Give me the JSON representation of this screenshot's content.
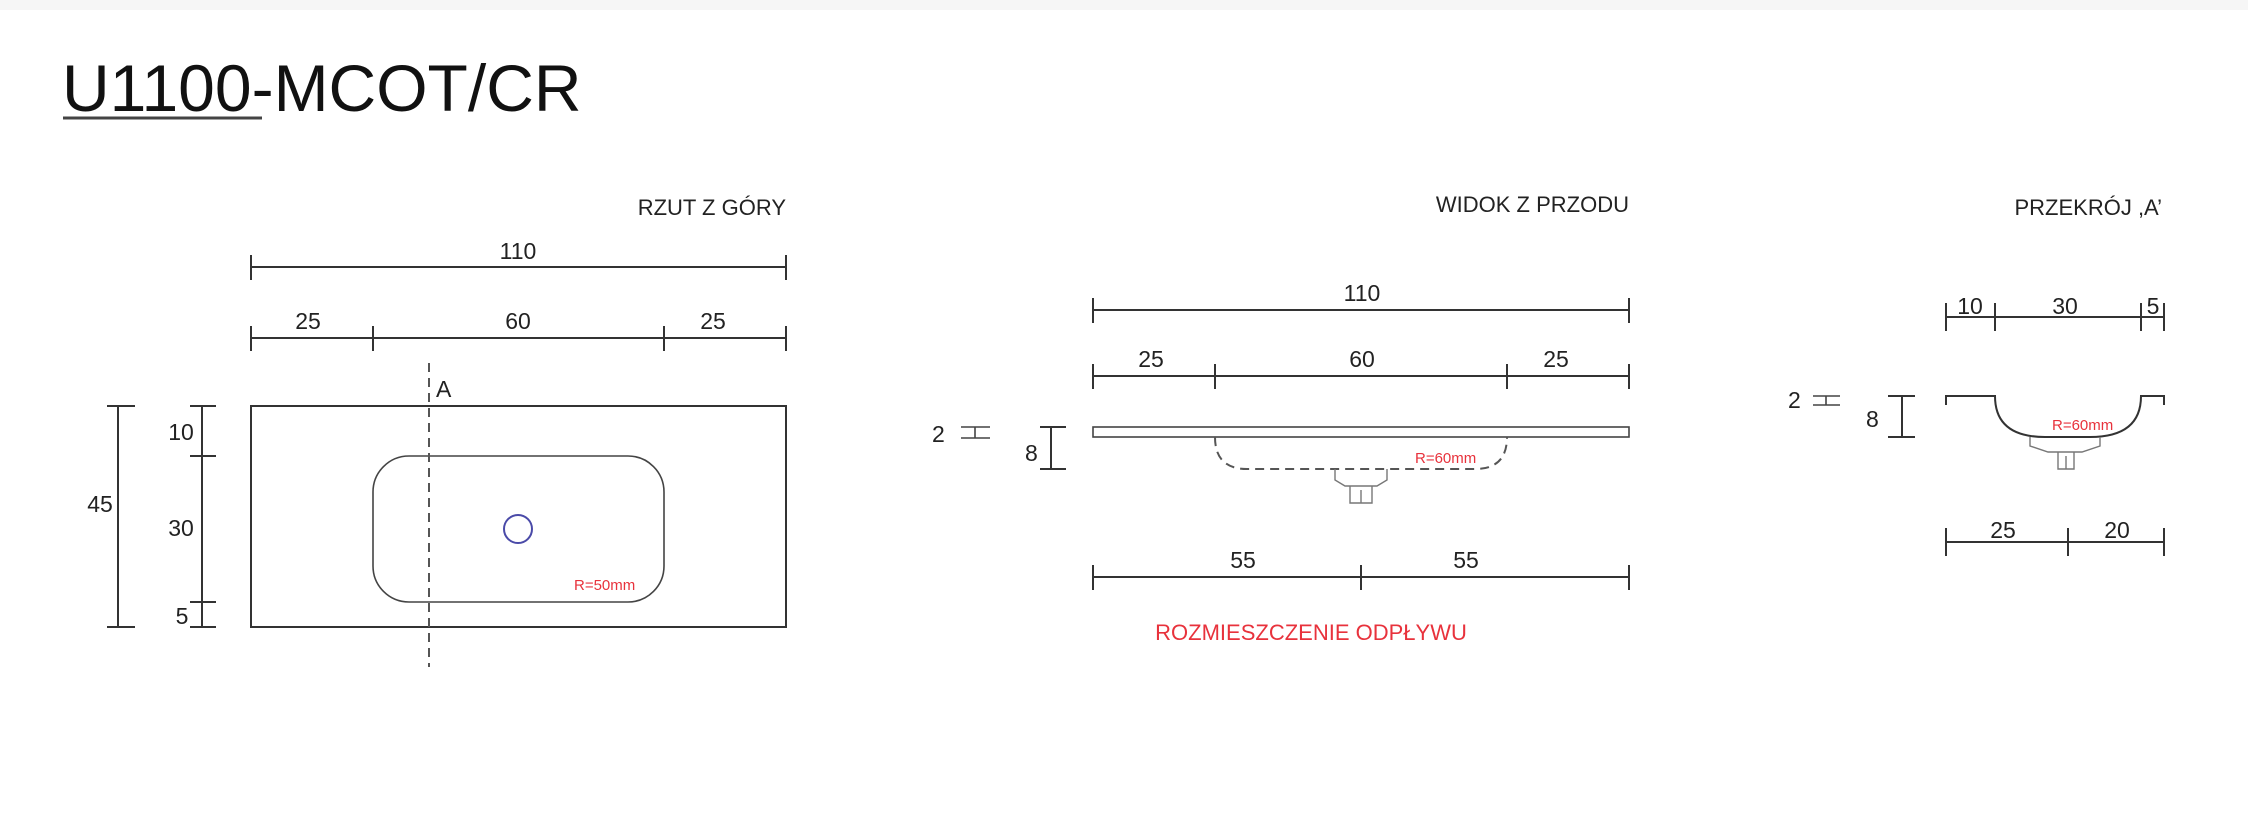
{
  "title": {
    "underlined": "U1100",
    "rest": "-MCOT/CR"
  },
  "top_view": {
    "label": "RZUT Z GÓRY",
    "width_total": "110",
    "widths": [
      "25",
      "60",
      "25"
    ],
    "depth_total": "45",
    "depths": [
      "10",
      "30",
      "5"
    ],
    "section_marker": "A",
    "radius": "R=50mm"
  },
  "front_view": {
    "label": "WIDOK Z PRZODU",
    "width_total": "110",
    "widths": [
      "25",
      "60",
      "25"
    ],
    "thickness": "2",
    "height": "8",
    "radius": "R=60mm",
    "drain_offsets": [
      "55",
      "55"
    ],
    "drain_caption": "ROZMIESZCZENIE ODPŁYWU"
  },
  "section_view": {
    "label": "PRZEKRÓJ ,A’",
    "widths": [
      "10",
      "30",
      "5"
    ],
    "thickness": "2",
    "height": "8",
    "radius": "R=60mm",
    "drain_offsets": [
      "25",
      "20"
    ]
  },
  "colors": {
    "annotation_red": "#e8323c",
    "drain_circle": "#4a4aa8",
    "line": "#333333"
  }
}
